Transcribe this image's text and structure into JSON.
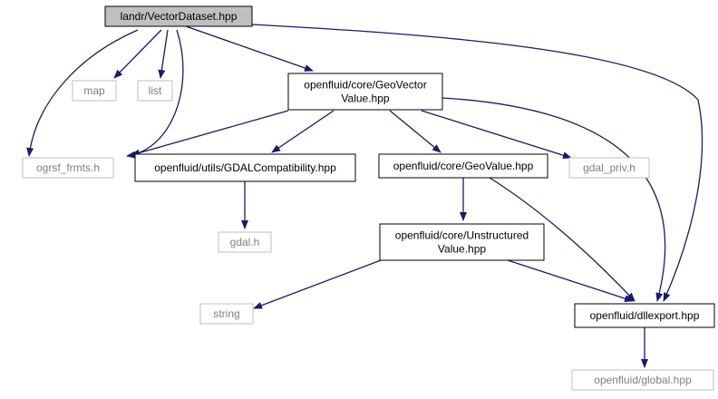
{
  "diagram": {
    "edge_color": "#191970",
    "colors": {
      "root_fill": "#bfbfbf",
      "root_border": "#000000",
      "local_border": "#000000",
      "system_border": "#bfbfbf",
      "system_text": "#808080",
      "text": "#000000"
    },
    "nodes": [
      {
        "id": "root",
        "kind": "root",
        "lines": [
          "landr/VectorDataset.hpp"
        ]
      },
      {
        "id": "map",
        "kind": "system",
        "lines": [
          "map"
        ]
      },
      {
        "id": "list",
        "kind": "system",
        "lines": [
          "list"
        ]
      },
      {
        "id": "geovector",
        "kind": "local",
        "lines": [
          "openfluid/core/GeoVector",
          "Value.hpp"
        ]
      },
      {
        "id": "ogrsf",
        "kind": "system",
        "lines": [
          "ogrsf_frmts.h"
        ]
      },
      {
        "id": "gdalcompat",
        "kind": "local",
        "lines": [
          "openfluid/utils/GDALCompatibility.hpp"
        ]
      },
      {
        "id": "geovalue",
        "kind": "local",
        "lines": [
          "openfluid/core/GeoValue.hpp"
        ]
      },
      {
        "id": "gdalpriv",
        "kind": "system",
        "lines": [
          "gdal_priv.h"
        ]
      },
      {
        "id": "gdalh",
        "kind": "system",
        "lines": [
          "gdal.h"
        ]
      },
      {
        "id": "unstructured",
        "kind": "local",
        "lines": [
          "openfluid/core/Unstructured",
          "Value.hpp"
        ]
      },
      {
        "id": "string",
        "kind": "system",
        "lines": [
          "string"
        ]
      },
      {
        "id": "dllexport",
        "kind": "local",
        "lines": [
          "openfluid/dllexport.hpp"
        ]
      },
      {
        "id": "global",
        "kind": "system",
        "lines": [
          "openfluid/global.hpp"
        ]
      }
    ],
    "edges": [
      {
        "from": "root",
        "to": "map"
      },
      {
        "from": "root",
        "to": "list"
      },
      {
        "from": "root",
        "to": "geovector"
      },
      {
        "from": "root",
        "to": "ogrsf"
      },
      {
        "from": "root",
        "to": "string"
      },
      {
        "from": "root",
        "to": "dllexport"
      },
      {
        "from": "geovector",
        "to": "ogrsf"
      },
      {
        "from": "geovector",
        "to": "gdalcompat"
      },
      {
        "from": "geovector",
        "to": "geovalue"
      },
      {
        "from": "geovector",
        "to": "gdalpriv"
      },
      {
        "from": "geovector",
        "to": "dllexport"
      },
      {
        "from": "gdalcompat",
        "to": "gdalh"
      },
      {
        "from": "geovalue",
        "to": "unstructured"
      },
      {
        "from": "geovalue",
        "to": "dllexport"
      },
      {
        "from": "unstructured",
        "to": "string"
      },
      {
        "from": "unstructured",
        "to": "dllexport"
      },
      {
        "from": "dllexport",
        "to": "global"
      }
    ]
  }
}
